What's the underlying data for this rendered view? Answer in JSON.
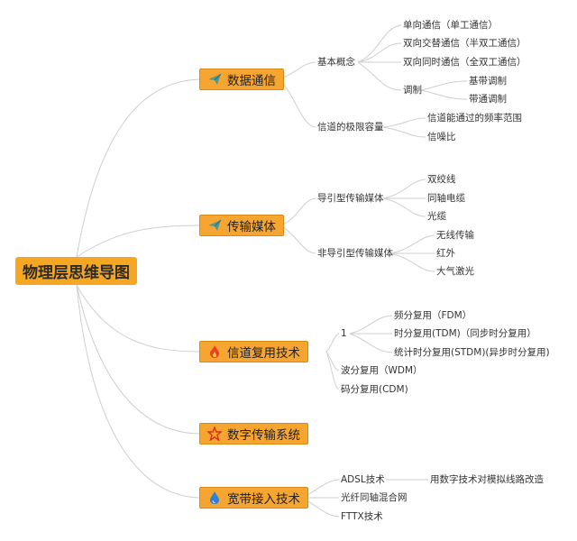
{
  "root": {
    "label": "物理层思维导图"
  },
  "branches": [
    {
      "label": "数据通信",
      "icon": "paper-plane-icon",
      "color": "#f7a531"
    },
    {
      "label": "传输媒体",
      "icon": "paper-plane-icon",
      "color": "#f7a531"
    },
    {
      "label": "信道复用技术",
      "icon": "flame-icon",
      "color": "#f7a531"
    },
    {
      "label": "数字传输系统",
      "icon": "star-icon",
      "color": "#f7a531"
    },
    {
      "label": "宽带接入技术",
      "icon": "water-drop-icon",
      "color": "#f7a531"
    }
  ],
  "nodes": {
    "basic_concept": "基本概念",
    "simplex": "单向通信（单工通信）",
    "half_duplex": "双向交替通信（半双工通信）",
    "full_duplex": "双向同时通信（全双工通信）",
    "modulation": "调制",
    "baseband": "基带调制",
    "passband": "带通调制",
    "channel_limit": "信道的极限容量",
    "bandwidth_range": "信道能通过的频率范围",
    "snr": "信噪比",
    "guided": "导引型传输媒体",
    "twisted_pair": "双绞线",
    "coax": "同轴电缆",
    "fiber": "光缆",
    "unguided": "非导引型传输媒体",
    "wireless": "无线传输",
    "infrared": "红外",
    "laser": "大气激光",
    "one": "1",
    "fdm": "频分复用（FDM）",
    "tdm": "时分复用(TDM)（同步时分复用）",
    "stdm": "统计时分复用(STDM)(异步时分复用)",
    "wdm": "波分复用（WDM）",
    "cdm": "码分复用(CDM)",
    "adsl": "ADSL技术",
    "adsl_desc": "用数字技术对模拟线路改造",
    "hfc": "光纤同轴混合网",
    "fttx": "FTTX技术"
  }
}
